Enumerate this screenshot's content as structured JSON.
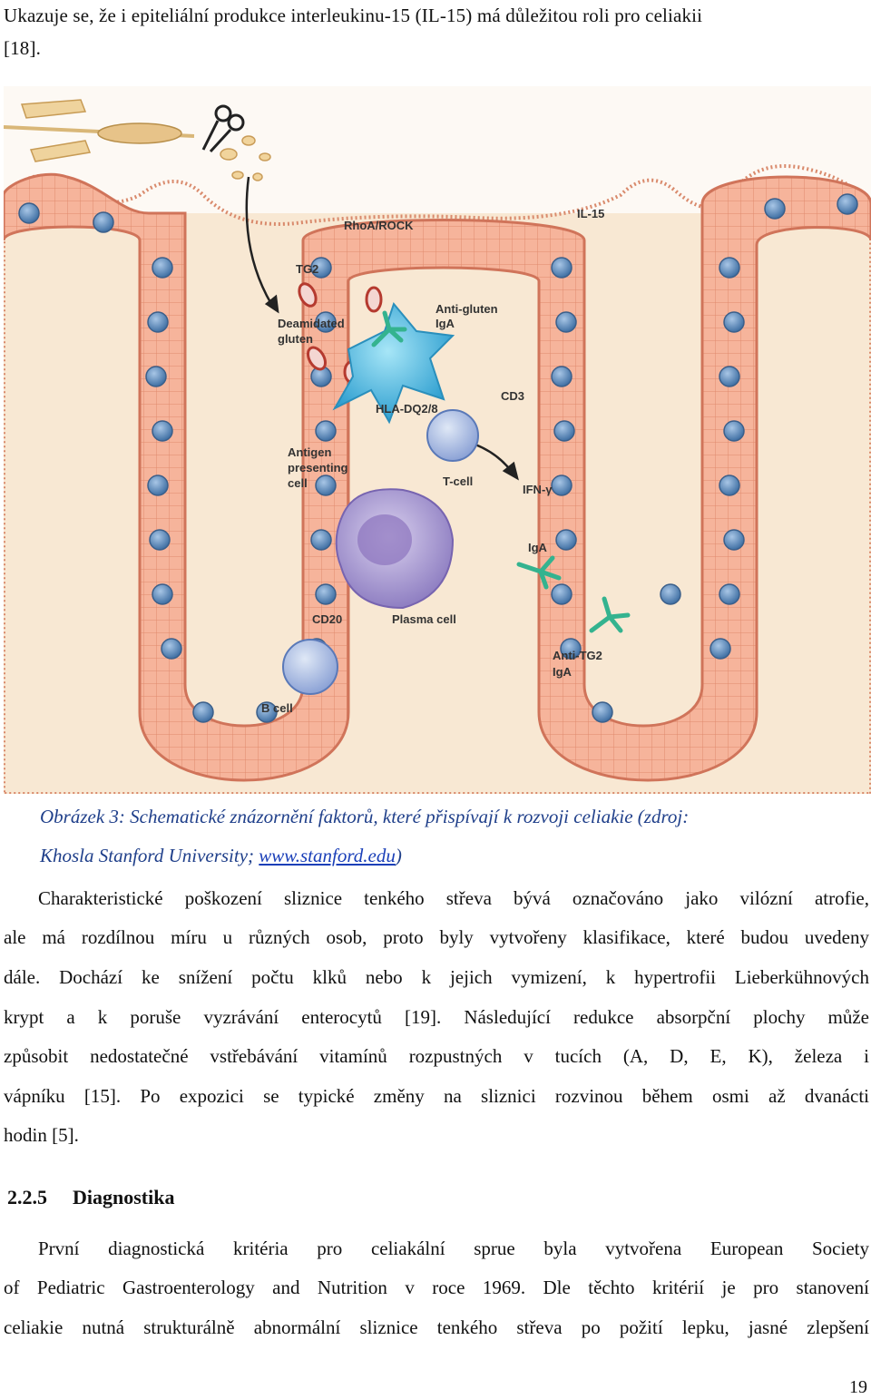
{
  "intro": {
    "line1": "Ukazuje se, že i epiteliální produkce interleukinu-15 (IL-15) má důležitou roli pro celiakii",
    "line2": "[18]."
  },
  "figure": {
    "labels": {
      "rhoa": "RhoA/ROCK",
      "il15": "IL-15",
      "tg2": "TG2",
      "deamidated1": "Deamidated",
      "deamidated2": "gluten",
      "antigluten1": "Anti-gluten",
      "antigluten2": "IgA",
      "hla": "HLA-DQ2/8",
      "cd3": "CD3",
      "apc1": "Antigen",
      "apc2": "presenting",
      "apc3": "cell",
      "tcell": "T-cell",
      "ifn": "IFN-γ",
      "iga": "IgA",
      "cd20": "CD20",
      "plasma": "Plasma cell",
      "antitg1": "Anti-TG2",
      "antitg2": "IgA",
      "bcell": "B cell"
    },
    "colors": {
      "background": "#f8e6cf",
      "epithelium": "#f3a98c",
      "nucleus": "#5b87b8",
      "apc": "#4fb8e0",
      "plasma": "#9a88c8",
      "antibody": "#3fb59a",
      "gluten": "#c0392b"
    }
  },
  "caption": {
    "line1": "Obrázek 3: Schematické znázornění faktorů, které přispívají k rozvoji celiakie (zdroj:",
    "line2_prefix": "Khosla Stanford University; ",
    "link": "www.stanford.edu",
    "line2_suffix": ")"
  },
  "paragraph1": [
    "Charakteristické poškození sliznice tenkého střeva bývá označováno jako vilózní atrofie,",
    "ale má rozdílnou míru u různých osob, proto byly vytvořeny klasifikace, které budou uvedeny",
    "dále. Dochází ke snížení počtu klků nebo k jejich vymizení, k hypertrofii Lieberkühnových",
    "krypt a k poruše vyzrávání enterocytů [19]. Následující redukce absorpční plochy může",
    "způsobit nedostatečné vstřebávání vitamínů rozpustných v tucích (A, D, E, K), železa i",
    "vápníku [15]. Po expozici se typické změny na sliznici rozvinou během osmi až dvanácti",
    "hodin [5]."
  ],
  "heading": {
    "number": "2.2.5",
    "title": "Diagnostika"
  },
  "paragraph2": [
    "První diagnostická kritéria pro celiakální sprue byla vytvořena European Society",
    "of Pediatric Gastroenterology and Nutrition v roce 1969. Dle těchto kritérií je pro stanovení",
    "celiakie nutná strukturálně abnormální sliznice tenkého střeva po požití lepku, jasné zlepšení"
  ],
  "page_number": "19"
}
